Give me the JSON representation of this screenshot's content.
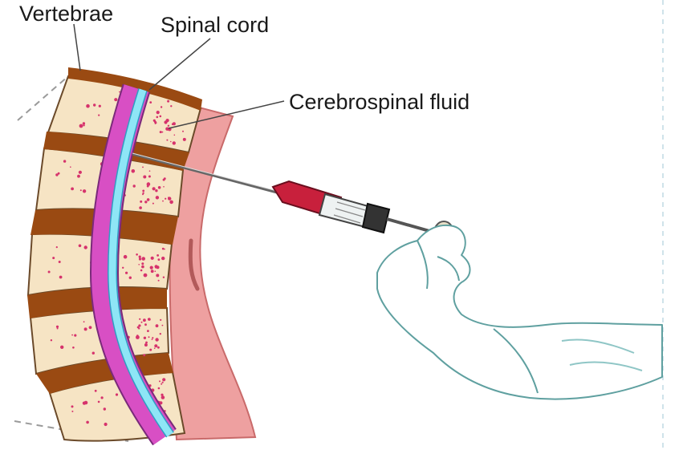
{
  "labels": {
    "vertebrae": "Vertebrae",
    "spinal_cord": "Spinal cord",
    "cerebrospinal_fluid": "Cerebrospinal fluid"
  },
  "colors": {
    "bone": "#f6e4c4",
    "disc": "#9a4a12",
    "spinal_cord": "#d84fc4",
    "csf_canal": "#8ee6f6",
    "tissue": "#eea0a0",
    "syringe_fluid": "#c8203c",
    "glove_outline": "#5fa0a0",
    "speckle": "#d6336c"
  },
  "icons": [
    "syringe-icon",
    "gloved-hand-icon"
  ]
}
